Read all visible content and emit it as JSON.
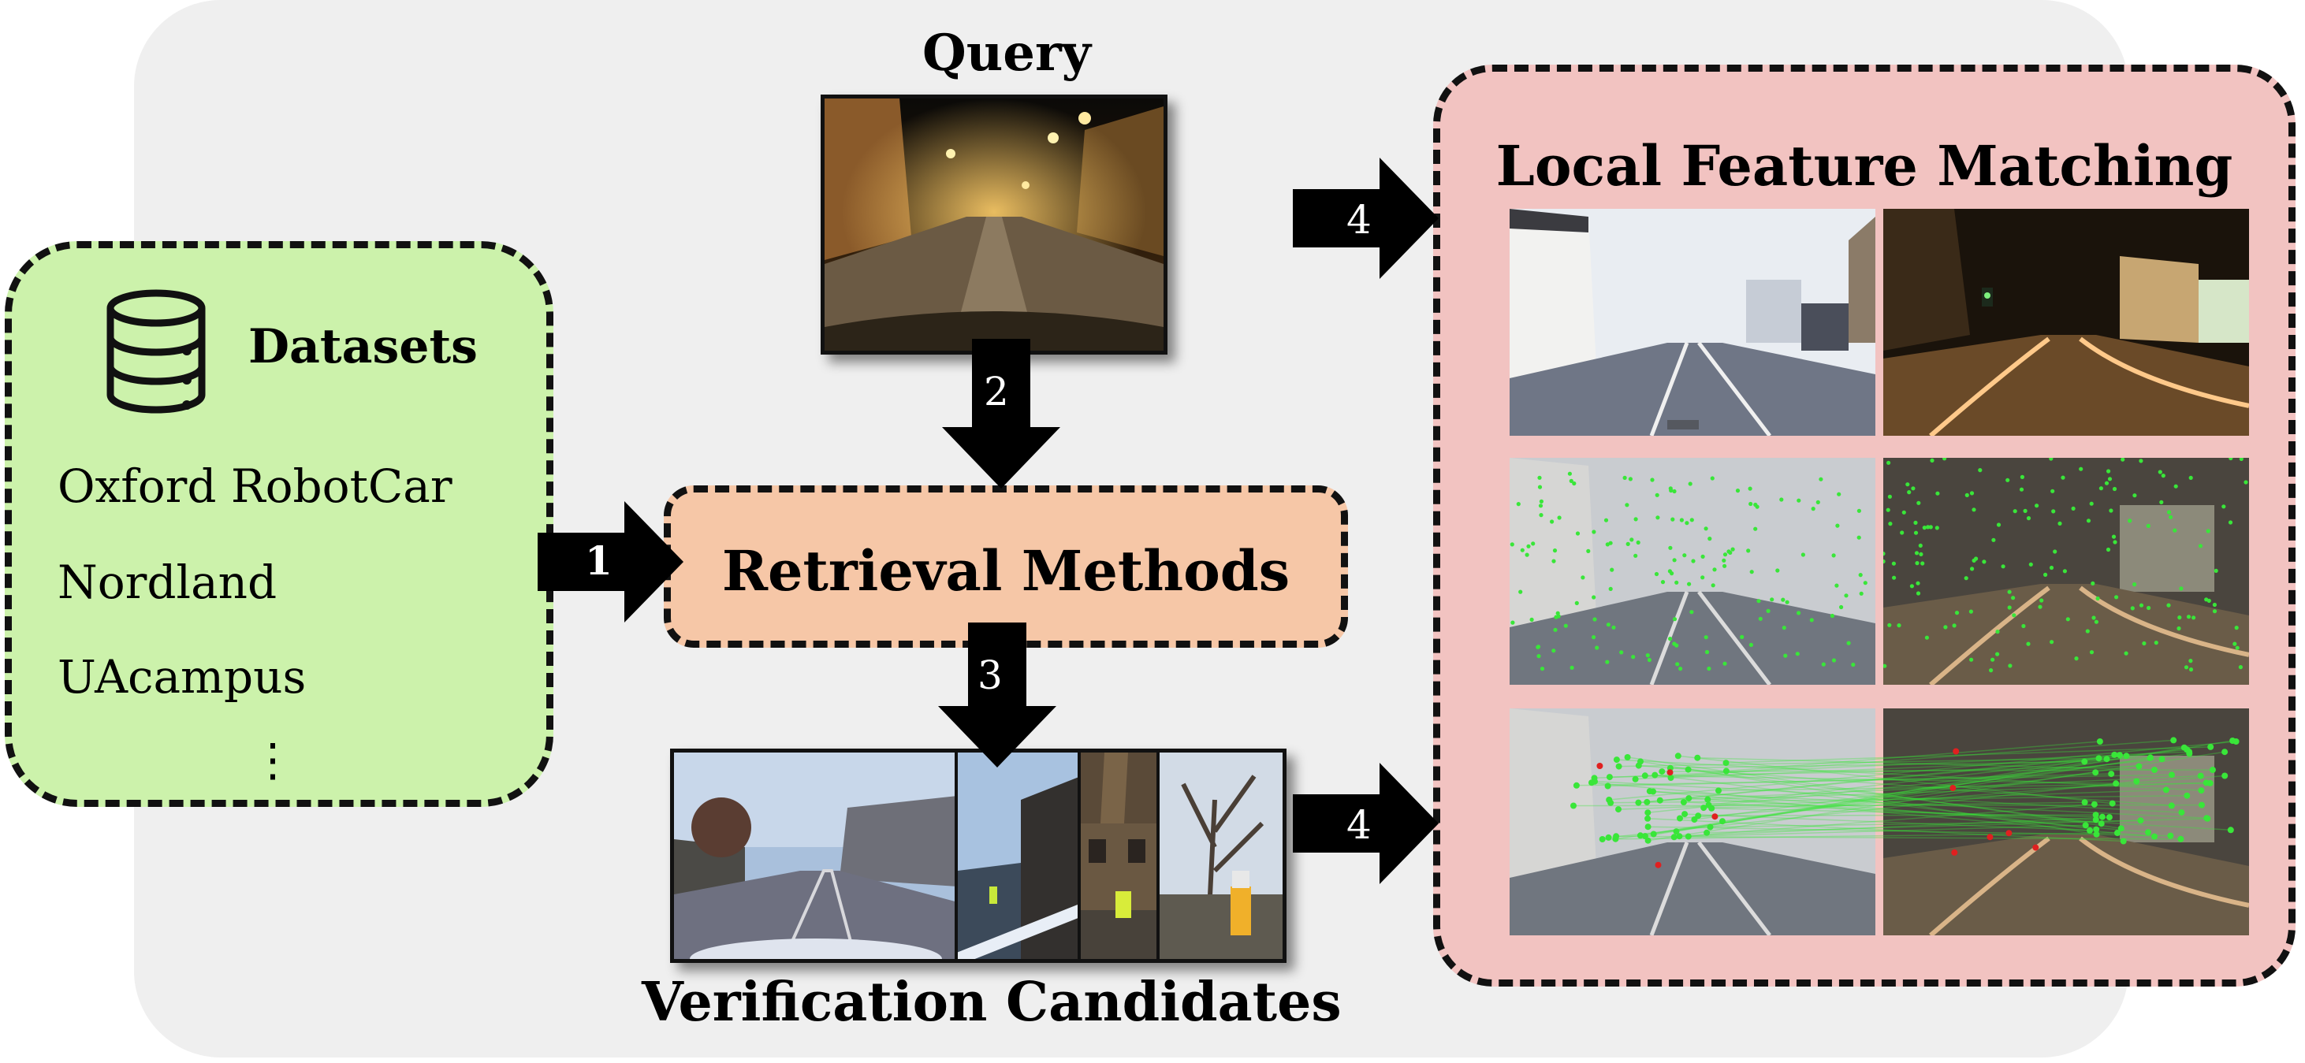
{
  "datasets": {
    "title": "Datasets",
    "items": [
      "Oxford RobotCar",
      "Nordland",
      "UAcampus"
    ],
    "more": "⋮"
  },
  "query": {
    "title": "Query"
  },
  "retrieval": {
    "label": "Retrieval Methods"
  },
  "verification": {
    "title": "Verification Candidates"
  },
  "local_matching": {
    "title": "Local Feature Matching"
  },
  "arrows": {
    "a1": "1",
    "a2": "2",
    "a3": "3",
    "a4_top": "4",
    "a4_bottom": "4"
  },
  "colors": {
    "background_panel": "#efefef",
    "datasets_fill": "#ccf2ab",
    "retrieval_fill": "#f6c7a7",
    "matching_fill": "#f2c3c1",
    "arrow_fill": "#000000",
    "match_points": "#39e639",
    "outlier_points": "#e02020"
  }
}
